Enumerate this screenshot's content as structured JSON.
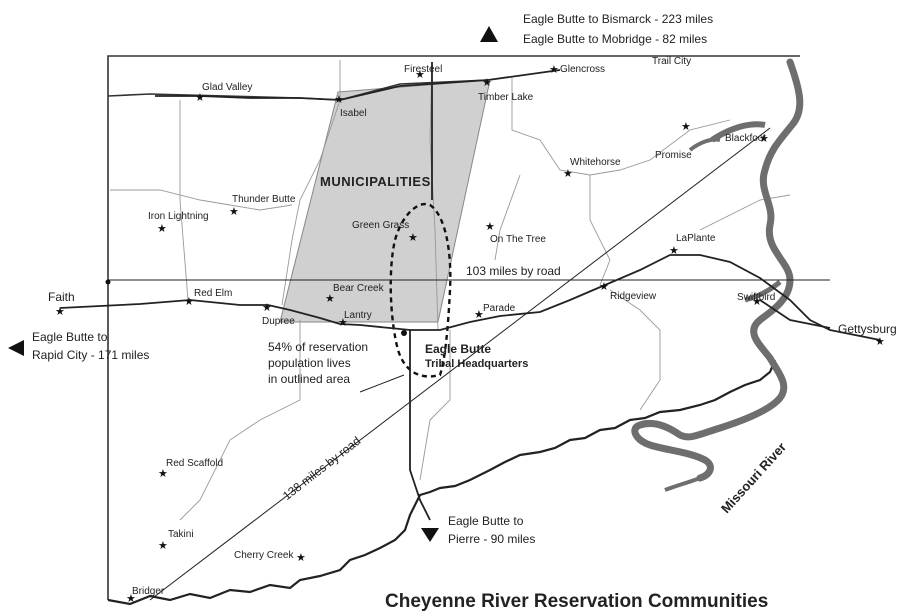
{
  "title": "Cheyenne River Reservation Communities",
  "region_label": "MUNICIPALITIES",
  "headquarters": {
    "name": "Eagle Butte",
    "subtitle": "Tribal Headquarters"
  },
  "population_note": {
    "line1": "54% of reservation",
    "line2": "population lives",
    "line3": "in outlined area"
  },
  "river_label": "Missouri River",
  "road_distances": {
    "east": "103 miles by road",
    "southwest": "138 miles by road"
  },
  "destinations": {
    "north_line1": "Eagle Butte to Bismarck - 223 miles",
    "north_line2": "Eagle Butte to Mobridge - 82 miles",
    "west_line1": "Eagle Butte to",
    "west_line2": "Rapid City - 171 miles",
    "south_line1": "Eagle Butte to",
    "south_line2": "Pierre - 90 miles"
  },
  "communities": {
    "glad_valley": "Glad Valley",
    "firesteel": "Firesteel",
    "glencross": "Glencross",
    "trail_city": "Trail City",
    "isabel": "Isabel",
    "timber_lake": "Timber Lake",
    "blackfoot": "Blackfoot",
    "promise": "Promise",
    "whitehorse": "Whitehorse",
    "thunder_butte": "Thunder Butte",
    "iron_lightning": "Iron Lightning",
    "green_grass": "Green Grass",
    "on_the_tree": "On The Tree",
    "laplante": "LaPlante",
    "faith": "Faith",
    "red_elm": "Red Elm",
    "bear_creek": "Bear Creek",
    "dupree": "Dupree",
    "lantry": "Lantry",
    "parade": "Parade",
    "ridgeview": "Ridgeview",
    "swiftbird": "Swiftbird",
    "gettysburg": "Gettysburg",
    "red_scaffold": "Red Scaffold",
    "takini": "Takini",
    "cherry_creek": "Cherry Creek",
    "bridger": "Bridger"
  },
  "colors": {
    "municipal_fill": "#d0d0d0",
    "water": "#6e6e6e",
    "ink": "#222222"
  }
}
